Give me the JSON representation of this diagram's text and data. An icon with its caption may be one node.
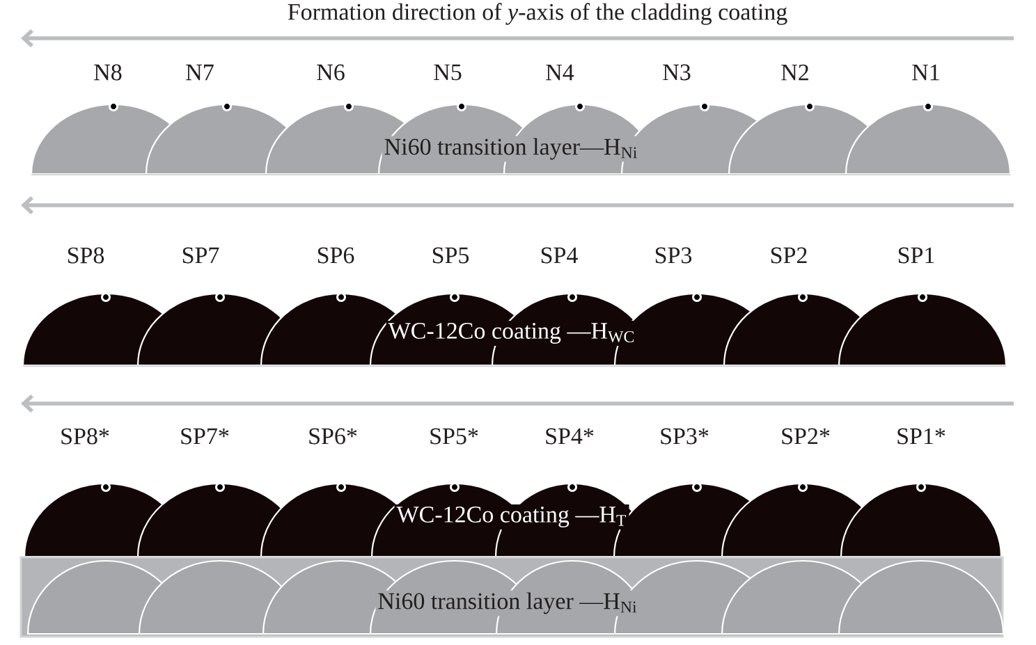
{
  "diagram": {
    "nodes": [
      {
        "text": [
          "Ni60 transition layer—H$_{Ni}$"
        ]
      },
      {
        "text": [
          "WC-12Co coating —H$_{WC}$"
        ]
      },
      {
        "text": [
          "WC-12Co coating —H$_{T}$"
        ]
      },
      {
        "text": [
          "Ni60 transition layer —H$_{Ni}$"
        ]
      }
    ],
    "labels": [
      "Formation direction of *y*-axis of the cladding coating",
      "N8",
      "N7",
      "N6",
      "N5",
      "N4",
      "N3",
      "N2",
      "N1",
      "SP8",
      "SP7",
      "SP6",
      "SP5",
      "SP4",
      "SP3",
      "SP2",
      "SP1",
      "SP8*",
      "SP7*",
      "SP6*",
      "SP5*",
      "SP4*",
      "SP3*",
      "SP2*",
      "SP1*"
    ]
  }
}
